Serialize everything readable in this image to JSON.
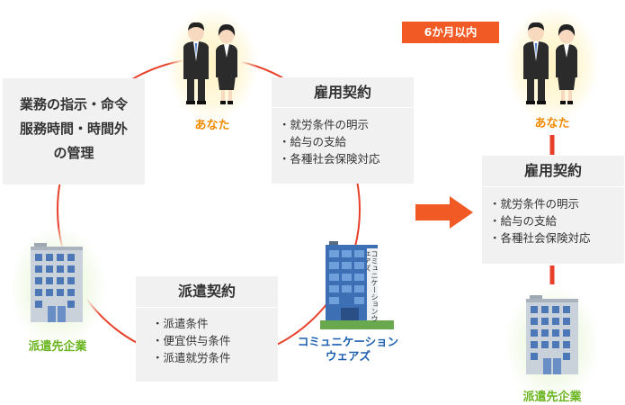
{
  "left": {
    "direction_box": {
      "lines": [
        "業務の指示・命令",
        "服務時間・時間外",
        "の管理"
      ]
    },
    "you_label": "あなた",
    "employment": {
      "title": "雇用契約",
      "items": [
        "就労条件の明示",
        "給与の支給",
        "各種社会保険対応"
      ]
    },
    "client_label": "派遣先企業",
    "dispatch": {
      "title": "派遣契約",
      "items": [
        "派遣条件",
        "便宜供与条件",
        "派遣就労条件"
      ]
    },
    "company_label_lines": [
      "コミュニケーション",
      "ウェアズ"
    ],
    "building_sign": "コミュニケーションウェアズ"
  },
  "right": {
    "badge": "6か月以内",
    "you_label": "あなた",
    "employment": {
      "title": "雇用契約",
      "items": [
        "就労条件の明示",
        "給与の支給",
        "各種社会保険対応"
      ]
    },
    "client_label": "派遣先企業"
  },
  "colors": {
    "circle": "#e8402a",
    "arrow": "#f15a24",
    "box_bg": "#f1f1f1",
    "orange_text": "#f08a00",
    "green_text": "#69b41e",
    "blue_text": "#1c5fb0"
  }
}
